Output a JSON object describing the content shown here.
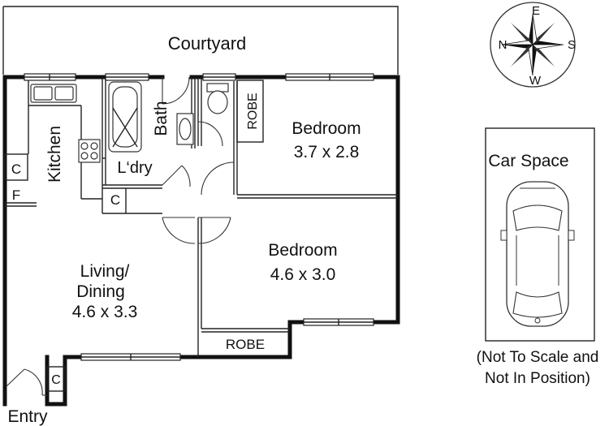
{
  "floorplan": {
    "courtyard": "Courtyard",
    "kitchen": "Kitchen",
    "bath": "Bath",
    "laundry": "L‘dry",
    "robe_top": "ROBE",
    "robe_bottom": "ROBE",
    "bedroom1": {
      "name": "Bedroom",
      "size": "3.7 x 2.8"
    },
    "bedroom2": {
      "name": "Bedroom",
      "size": "4.6 x 3.0"
    },
    "living": {
      "name1": "Living/",
      "name2": "Dining",
      "size": "4.6 x 3.3"
    },
    "cupboard_kitchen": "C",
    "fridge": "F",
    "cupboard_laundry": "C",
    "cupboard_entry": "C",
    "entry": "Entry"
  },
  "compass": {
    "north": "N",
    "east": "E",
    "south": "S",
    "west": "W",
    "icon": "compass-rose-icon"
  },
  "car_space": {
    "title": "Car Space",
    "icon": "car-icon",
    "note_line1": "(Not To Scale and",
    "note_line2": "Not In Position)"
  }
}
